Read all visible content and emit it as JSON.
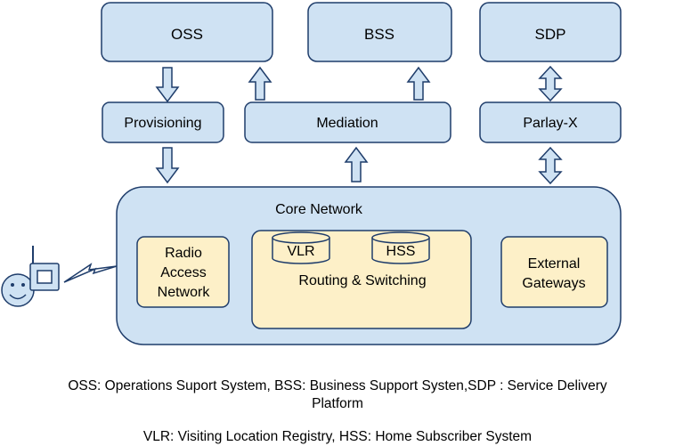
{
  "colors": {
    "box_fill": "#cfe2f3",
    "inner_fill": "#fdf0c8",
    "stroke": "#1f3d6b",
    "face_fill": "#cfe2f3"
  },
  "boxes": {
    "oss": "OSS",
    "bss": "BSS",
    "sdp": "SDP",
    "provisioning": "Provisioning",
    "mediation": "Mediation",
    "parlay": "Parlay-X",
    "core": "Core Network",
    "ran_lines": [
      "Radio",
      "Access",
      "Network"
    ],
    "routing": "Routing & Switching",
    "vlr": "VLR",
    "hss": "HSS",
    "gateways_lines": [
      "External",
      "Gateways"
    ]
  },
  "captions": {
    "abbrev1_line1": "OSS: Operations Suport System, BSS: Business Support Systen,SDP : Service Delivery",
    "abbrev1_line2": "Platform",
    "abbrev2": "VLR: Visiting Location Registry, HSS: Home Subscriber System"
  },
  "icons": {
    "user": "smiley-face-icon",
    "handset": "mobile-phone-icon",
    "signal": "lightning-signal-icon"
  }
}
